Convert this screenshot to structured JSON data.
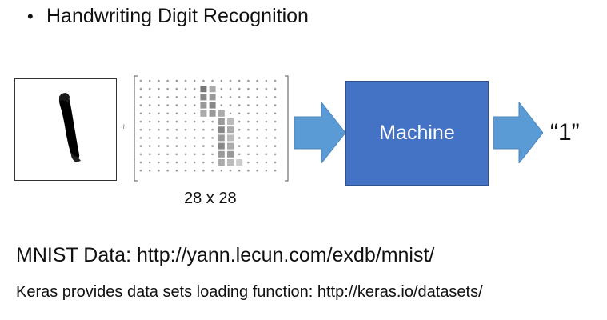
{
  "slide": {
    "title": "Handwriting Digit Recognition",
    "bullet": "•"
  },
  "input": {
    "matrix_caption": "28 x 28",
    "approx_symbol": "≈"
  },
  "machine": {
    "label": "Machine"
  },
  "output": {
    "label": "“1”"
  },
  "footer": {
    "mnist": "MNIST Data: http://yann.lecun.com/exdb/mnist/",
    "keras": "Keras provides data sets loading function: http://keras.io/datasets/"
  },
  "colors": {
    "machine_fill": "#4472c4",
    "arrow_fill": "#5b9bd5",
    "text": "#111111"
  }
}
